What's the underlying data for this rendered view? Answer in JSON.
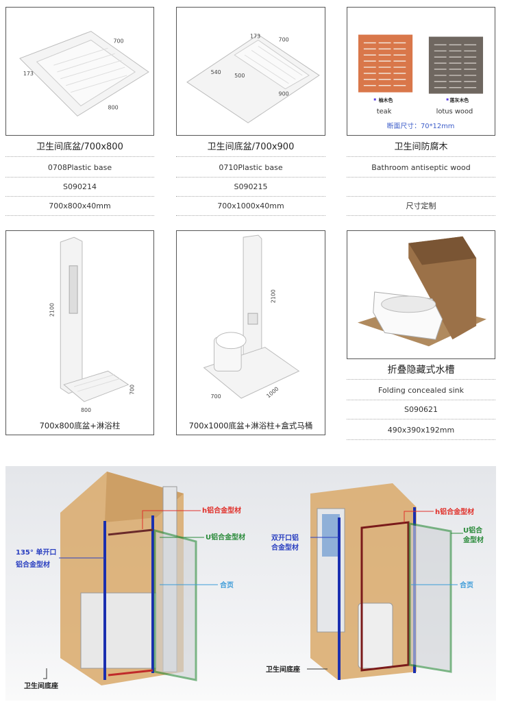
{
  "products": [
    {
      "title": "卫生间底盆/700x800",
      "name_en": "0708Plastic base",
      "code": "S090214",
      "size": "700x800x40mm",
      "dims": [
        "700",
        "800",
        "173"
      ]
    },
    {
      "title": "卫生间底盆/700x900",
      "name_en": "0710Plastic base",
      "code": "S090215",
      "size": "700x1000x40mm",
      "dims": [
        "700",
        "173",
        "540",
        "500",
        "900"
      ]
    },
    {
      "title": "卫生间防腐木",
      "name_en": "Bathroom antiseptic wood",
      "code": "",
      "size": "尺寸定制",
      "swatches": [
        {
          "cn": "柚木色",
          "en": "teak",
          "color": "#d9774a"
        },
        {
          "cn": "莲灰木色",
          "en": "lotus wood",
          "color": "#6f6760"
        }
      ],
      "section_size": "断面尺寸：70*12mm"
    },
    {
      "caption": "700x800底盆+淋浴柱",
      "dims": [
        "2100",
        "700",
        "800"
      ]
    },
    {
      "caption": "700x1000底盆+淋浴柱+盒式马桶",
      "dims": [
        "2100",
        "700",
        "1000"
      ]
    },
    {
      "title": "折叠隐藏式水槽",
      "name_en": "Folding concealed sink",
      "code": "S090621",
      "size": "490x390x192mm"
    }
  ],
  "diagrams": [
    {
      "labels": {
        "h": "h铝合金型材",
        "u": "U铝合金型材",
        "single_1": "135° 单开口",
        "single_2": "铝合金型材",
        "hinge": "合页",
        "base": "卫生间底座"
      }
    },
    {
      "labels": {
        "h": "h铝合金型材",
        "u_1": "U铝合",
        "u_2": "金型材",
        "double_1": "双开口铝",
        "double_2": "合金型材",
        "hinge": "合页",
        "base": "卫生间底座"
      }
    }
  ],
  "colors": {
    "red": "#e0302a",
    "green": "#2a8a3a",
    "blue": "#2a3fc0",
    "cyan": "#3a9ad8",
    "wood": "#d9a96a"
  }
}
